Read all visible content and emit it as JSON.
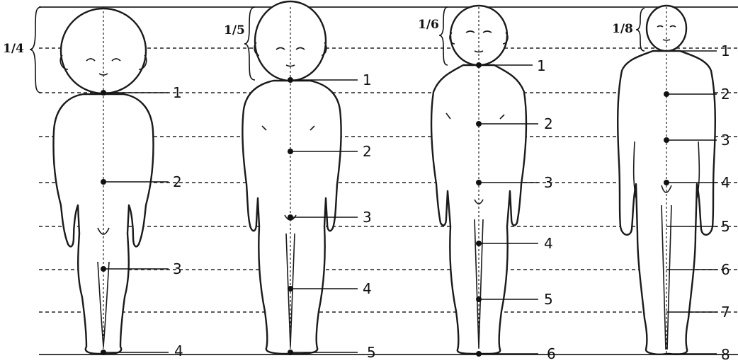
{
  "figures": [
    {
      "ratio": "1/4",
      "labels": [
        "1",
        "2",
        "3",
        "4"
      ]
    },
    {
      "ratio": "1/5",
      "labels": [
        "1",
        "2",
        "3",
        "4",
        "5"
      ]
    },
    {
      "ratio": "1/6",
      "labels": [
        "1",
        "2",
        "3",
        "4",
        "5",
        "6"
      ]
    },
    {
      "ratio": "1/8",
      "labels": [
        "1",
        "2",
        "3",
        "4",
        "5",
        "6",
        "7",
        "8"
      ]
    }
  ],
  "colors": {
    "ink": "#111111",
    "paper": "#ffffff"
  }
}
